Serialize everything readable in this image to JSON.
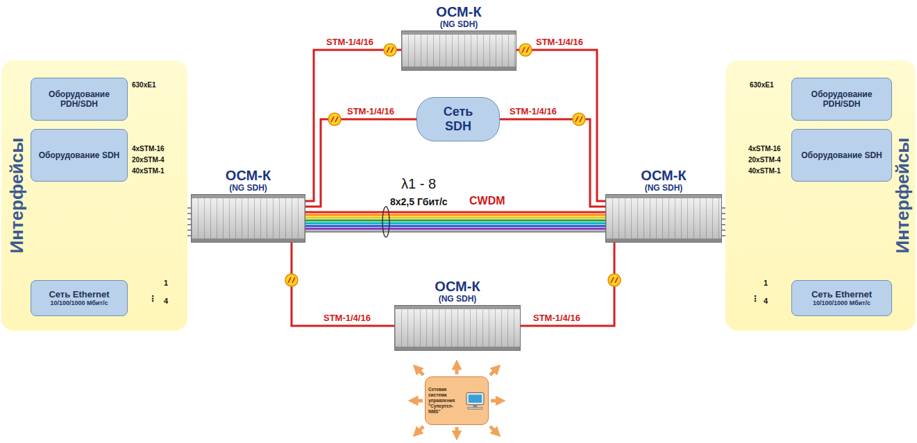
{
  "diagram": {
    "nodes": [
      {
        "text": [
          "Интерфейсы"
        ]
      },
      {
        "text": [
          "Оборудование PDH/SDH"
        ],
        "in": 0
      },
      {
        "text": [
          "Оборудование SDH"
        ],
        "in": 0
      },
      {
        "text": [
          "Сеть Ethernet",
          "10/100/1000 Мбит/с"
        ],
        "in": 0
      },
      {
        "text": [
          "ОСМ-К",
          "(NG SDH)"
        ]
      },
      {
        "text": [
          "Сеть SDH"
        ]
      },
      {
        "text": [
          "ОСМ-К",
          "(NG SDH)"
        ]
      },
      {
        "text": [
          "ОСМ-К",
          "(NG SDH)"
        ]
      },
      {
        "text": [
          "Интерфейсы"
        ]
      },
      {
        "text": [
          "Оборудование PDH/SDH"
        ],
        "in": 8
      },
      {
        "text": [
          "Оборудование SDH"
        ],
        "in": 8
      },
      {
        "text": [
          "Сеть Ethernet",
          "10/100/1000 Мбит/с"
        ],
        "in": 8
      },
      {
        "text": [
          "ОСМ-К",
          "(NG SDH)"
        ]
      },
      {
        "text": [
          "Сетевая система управления \"Супертел-NMS\""
        ]
      }
    ],
    "edges": [
      {
        "from": 1,
        "to": 6,
        "label": "630xE1",
        "arrow": "none"
      },
      {
        "from": 2,
        "to": 6,
        "label": "4xSTM-16",
        "arrow": "none"
      },
      {
        "from": 2,
        "to": 6,
        "label": "20xSTM-4",
        "arrow": "none"
      },
      {
        "from": 2,
        "to": 6,
        "label": "40xSTM-1",
        "arrow": "none"
      },
      {
        "from": 3,
        "to": 6,
        "label": "1",
        "arrow": "none"
      },
      {
        "from": 3,
        "to": 6,
        "label": "4",
        "arrow": "none"
      },
      {
        "from": 6,
        "to": 4,
        "label": "STM-1/4/16",
        "arrow": "none"
      },
      {
        "from": 4,
        "to": 7,
        "label": "STM-1/4/16",
        "arrow": "none"
      },
      {
        "from": 6,
        "to": 5,
        "label": "STM-1/4/16",
        "arrow": "none"
      },
      {
        "from": 5,
        "to": 7,
        "label": "STM-1/4/16",
        "arrow": "none"
      },
      {
        "from": 6,
        "to": 7,
        "label": "8x2,5 Гбит/с",
        "arrow": "none"
      },
      {
        "from": 6,
        "to": 12,
        "label": "STM-1/4/16",
        "arrow": "none"
      },
      {
        "from": 12,
        "to": 7,
        "label": "STM-1/4/16",
        "arrow": "none"
      },
      {
        "from": 7,
        "to": 9,
        "label": "630xE1",
        "arrow": "none"
      },
      {
        "from": 7,
        "to": 10,
        "label": "4xSTM-16",
        "arrow": "none"
      },
      {
        "from": 7,
        "to": 10,
        "label": "20xSTM-4",
        "arrow": "none"
      },
      {
        "from": 7,
        "to": 10,
        "label": "40xSTM-1",
        "arrow": "none"
      },
      {
        "from": 7,
        "to": 11,
        "label": "1",
        "arrow": "none"
      },
      {
        "from": 7,
        "to": 11,
        "label": "4",
        "arrow": "none"
      }
    ],
    "labels": [
      "λ1 - 8",
      "CWDM",
      "⋮",
      "⋮"
    ]
  }
}
